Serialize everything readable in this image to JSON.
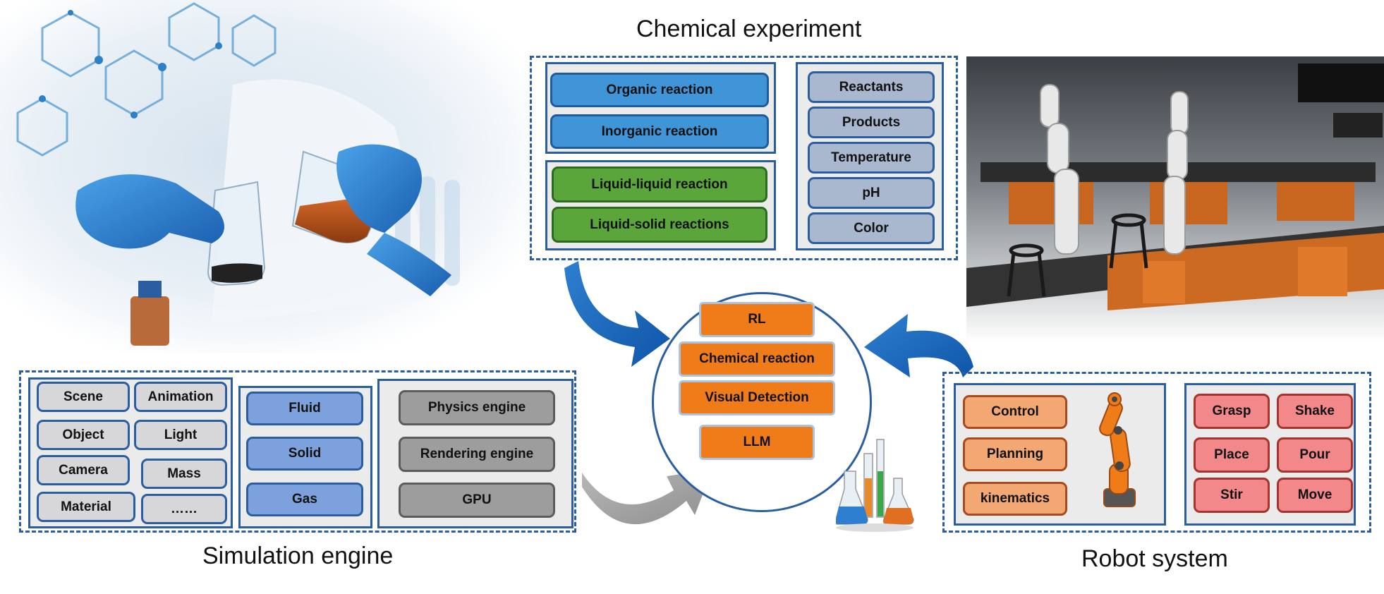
{
  "titles": {
    "chemical": "Chemical experiment",
    "simulation": "Simulation engine",
    "robot": "Robot system"
  },
  "chemical": {
    "reaction_types": [
      "Organic reaction",
      "Inorganic reaction"
    ],
    "phase_types": [
      "Liquid-liquid reaction",
      "Liquid-solid reactions"
    ],
    "properties": [
      "Reactants",
      "Products",
      "Temperature",
      "pH",
      "Color"
    ]
  },
  "center": {
    "items": [
      "RL",
      "Chemical reaction",
      "Visual Detection",
      "LLM"
    ]
  },
  "simulation": {
    "elements": [
      "Scene",
      "Animation",
      "Object",
      "Light",
      "Camera",
      "Mass",
      "Material",
      "……"
    ],
    "states": [
      "Fluid",
      "Solid",
      "Gas"
    ],
    "engines": [
      "Physics engine",
      "Rendering engine",
      "GPU"
    ]
  },
  "robot": {
    "modules": [
      "Control",
      "Planning",
      "kinematics"
    ],
    "actions": [
      "Grasp",
      "Shake",
      "Place",
      "Pour",
      "Stir",
      "Move"
    ]
  },
  "images": {
    "left_photo": "gloved-hands-pouring-beaker-photo",
    "right_photo": "robotic-chemistry-lab-render",
    "robot_arm": "orange-robot-arm-icon",
    "flasks": "lab-flasks-icon"
  },
  "colors": {
    "frame_blue": "#2a5ea0",
    "reaction_blue": "#3f95d8",
    "reaction_green": "#5aa63a",
    "center_orange": "#f07c19",
    "module_peach": "#f3a874",
    "action_pink": "#f2888a",
    "engine_gray": "#9d9d9d"
  }
}
